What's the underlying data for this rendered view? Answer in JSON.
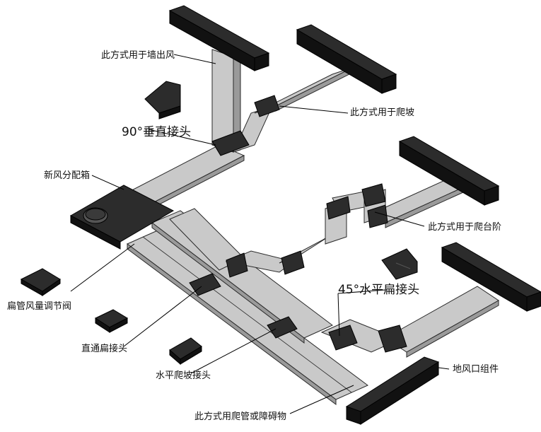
{
  "labels": {
    "wall_outlet": "此方式用于墙出风",
    "climb_slope": "此方式用于爬坡",
    "vertical_joint": "90°垂直接头",
    "fresh_air_box": "新风分配箱",
    "climb_step": "此方式用于爬台阶",
    "flat_damper": "扁管风量调节阀",
    "horizontal_45": "45°水平扁接头",
    "straight_joint": "直通扁接头",
    "horizontal_climb": "水平爬坡接头",
    "floor_outlet": "地风口组件",
    "obstacle": "此方式用爬管或障碍物"
  }
}
